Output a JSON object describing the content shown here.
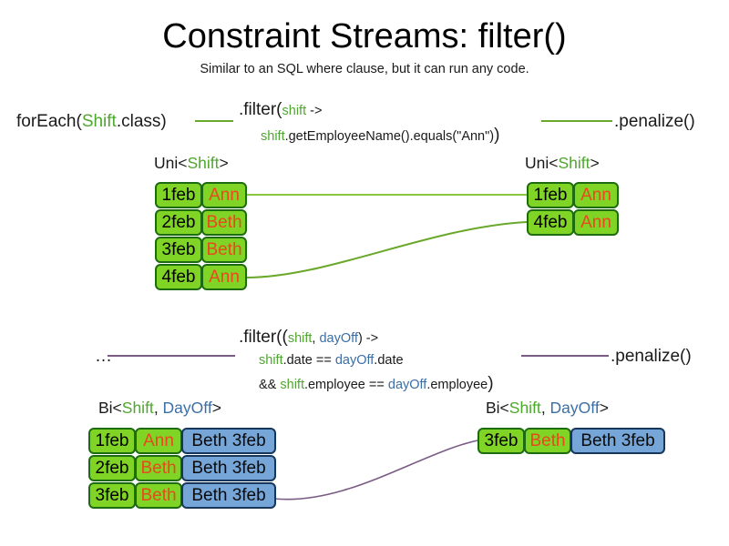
{
  "slide": {
    "title": "Constraint Streams: filter()",
    "subtitle": "Similar to an SQL where clause, but it can run any code."
  },
  "colors": {
    "shift_token": "#4ea72e",
    "dayoff_token": "#3b6ea5",
    "green_fill": "#7fd425",
    "green_border": "#1d6b10",
    "blue_fill": "#76a5d8",
    "blue_border": "#16365c",
    "name_text": "#e8491d",
    "link_green": "#69a82b",
    "link_purple": "#7a5b84"
  },
  "uni_section": {
    "source_label_prefix": "forEach(",
    "source_label_type": "Shift",
    "source_label_suffix": ".class)",
    "filter_line1_prefix": ".filter(",
    "filter_line1_param": "shift",
    "filter_line1_suffix": " ->",
    "filter_line2_param": "shift",
    "filter_line2_body": ".getEmployeeName().equals(\"Ann\")",
    "filter_line2_close": ")",
    "penalize_label": ".penalize()",
    "left_type_prefix": "Uni<",
    "left_type_generic": "Shift",
    "left_type_suffix": ">",
    "right_type_prefix": "Uni<",
    "right_type_generic": "Shift",
    "right_type_suffix": ">",
    "left_tuples": [
      {
        "date": "1feb",
        "name": "Ann"
      },
      {
        "date": "2feb",
        "name": "Beth"
      },
      {
        "date": "3feb",
        "name": "Beth"
      },
      {
        "date": "4feb",
        "name": "Ann"
      }
    ],
    "right_tuples": [
      {
        "date": "1feb",
        "name": "Ann"
      },
      {
        "date": "4feb",
        "name": "Ann"
      }
    ]
  },
  "bi_section": {
    "source_label": "…",
    "filter_line1_prefix": ".filter((",
    "filter_line1_param_a": "shift",
    "filter_line1_comma": ", ",
    "filter_line1_param_b": "dayOff",
    "filter_line1_suffix": ") ->",
    "filter_line2_param_a": "shift",
    "filter_line2_mid": ".date == ",
    "filter_line2_param_b": "dayOff",
    "filter_line2_end": ".date",
    "filter_line3_lead": "&& ",
    "filter_line3_param_a": "shift",
    "filter_line3_mid": ".employee == ",
    "filter_line3_param_b": "dayOff",
    "filter_line3_end": ".employee",
    "filter_line3_close": ")",
    "penalize_label": ".penalize()",
    "left_type_prefix": "Bi<",
    "left_type_generic_a": "Shift",
    "left_type_comma": ", ",
    "left_type_generic_b": "DayOff",
    "left_type_suffix": ">",
    "right_type_prefix": "Bi<",
    "right_type_generic_a": "Shift",
    "right_type_comma": ", ",
    "right_type_generic_b": "DayOff",
    "right_type_suffix": ">",
    "left_tuples": [
      {
        "date": "1feb",
        "name": "Ann",
        "dayoff": "Beth 3feb"
      },
      {
        "date": "2feb",
        "name": "Beth",
        "dayoff": "Beth 3feb"
      },
      {
        "date": "3feb",
        "name": "Beth",
        "dayoff": "Beth 3feb"
      }
    ],
    "right_tuples": [
      {
        "date": "3feb",
        "name": "Beth",
        "dayoff": "Beth 3feb"
      }
    ]
  }
}
